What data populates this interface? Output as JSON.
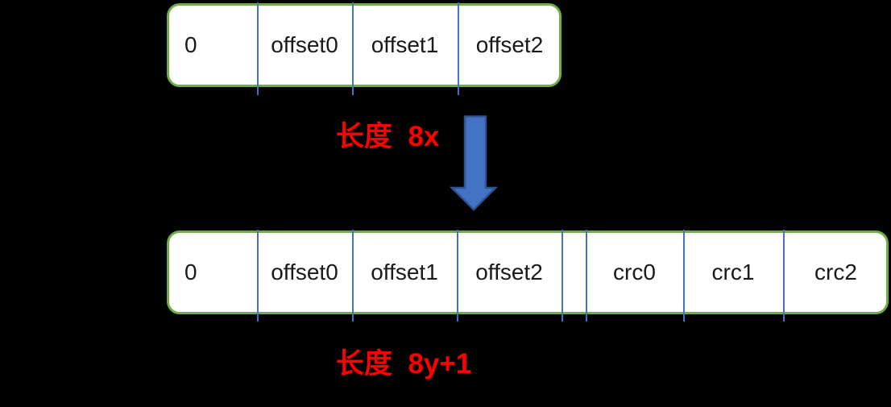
{
  "colors": {
    "background": "#000000",
    "box_fill": "#FFFFFF",
    "box_border": "#70AD47",
    "divider": "#4472C4",
    "arrow_fill": "#4472C4",
    "arrow_outline": "#2F5496",
    "label_text": "#FF0000",
    "cell_text": "#1A1A1A"
  },
  "top_row": {
    "cells": [
      "0",
      "offset0",
      "offset1",
      "offset2"
    ],
    "length_label": "长度  8x"
  },
  "arrow": {
    "direction": "down"
  },
  "bottom_row": {
    "cells": [
      "0",
      "offset0",
      "offset1",
      "offset2",
      "",
      "crc0",
      "crc1",
      "crc2"
    ],
    "length_label": "长度  8y+1"
  }
}
